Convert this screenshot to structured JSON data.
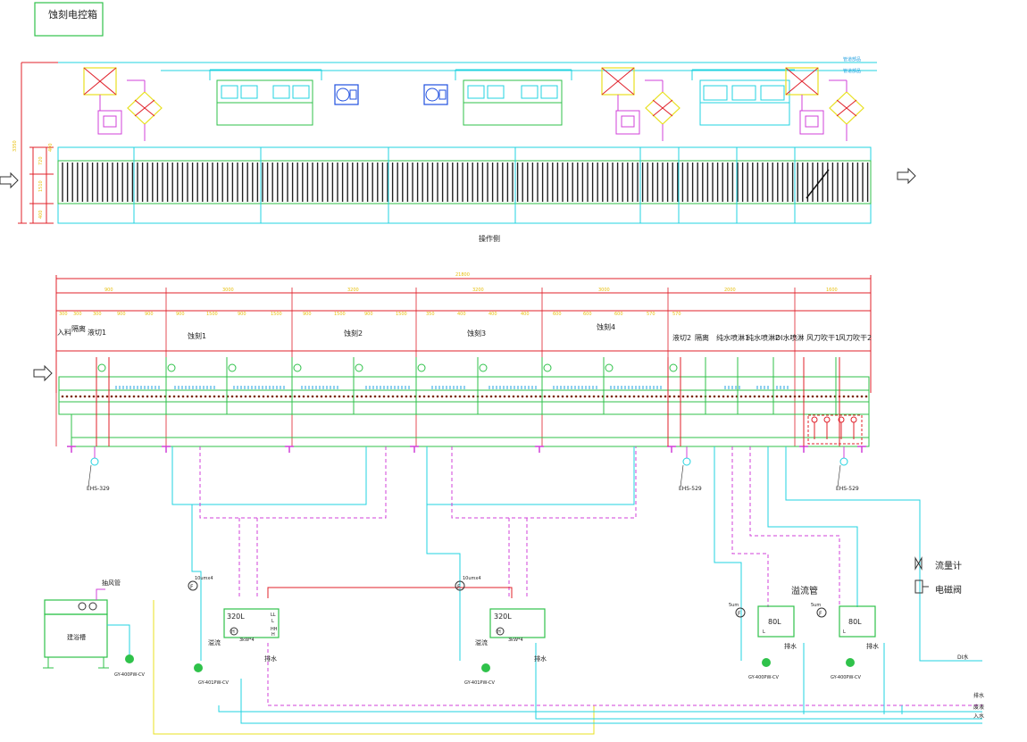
{
  "title": "蚀刻电控箱",
  "top_view": {
    "operator_side_label": "操作侧",
    "right_header_labels": [
      "管道部品",
      "管道部品"
    ],
    "height_dims": [
      "3350",
      "1510",
      "720",
      "400",
      "400"
    ]
  },
  "section_view": {
    "total_length": "21800",
    "segment_lengths": [
      "900",
      "3000",
      "3200",
      "3200",
      "3000",
      "2000",
      "1600"
    ],
    "sub_lengths": [
      "300",
      "300",
      "300",
      "900",
      "900",
      "900",
      "1500",
      "900",
      "1500",
      "900",
      "1500",
      "900",
      "1500",
      "350",
      "400",
      "400",
      "400",
      "600",
      "600",
      "600",
      "570",
      "570"
    ],
    "zones": [
      "入料",
      "隔离",
      "液切1",
      "蚀刻1",
      "蚀刻2",
      "蚀刻3",
      "蚀刻4",
      "液切2",
      "隔离",
      "纯水喷淋1",
      "纯水喷淋2",
      "DI水喷淋",
      "风刀吹干1",
      "风刀吹干2"
    ],
    "pump_tags": [
      "EHS-329",
      "EHS-529",
      "EHS-529"
    ]
  },
  "tanks": {
    "big_tank_capacity": "320L",
    "big_tank_heater": "3kW*4",
    "filter_label": "10umx4",
    "small_tank_capacity": "80L",
    "small_filter_label": "5um",
    "overflow_label": "溢流",
    "drain_label": "排水",
    "overflow_pipe_label": "溢流管",
    "level_marks": [
      "LL",
      "L",
      "HH",
      "H"
    ],
    "pump_models": [
      "GY-401PW-CV",
      "GY-401PW-CV",
      "GY-400PW-CV",
      "GY-400PW-CV",
      "GY-400PW-CV"
    ],
    "mix_tank_label": "建浴槽",
    "exhaust_label": "抽风管"
  },
  "legend": {
    "flowmeter": "流量计",
    "solenoid_valve": "电磁阀"
  },
  "pipe_labels": {
    "di_water": "DI水",
    "drain": "排水",
    "waste": "废液",
    "inlet": "入水"
  },
  "colors": {
    "cyan": "#22d3e0",
    "green": "#2fc24a",
    "red": "#e0202a",
    "magenta": "#d040d8",
    "yellow": "#e8e020",
    "blue": "#2050e0"
  }
}
